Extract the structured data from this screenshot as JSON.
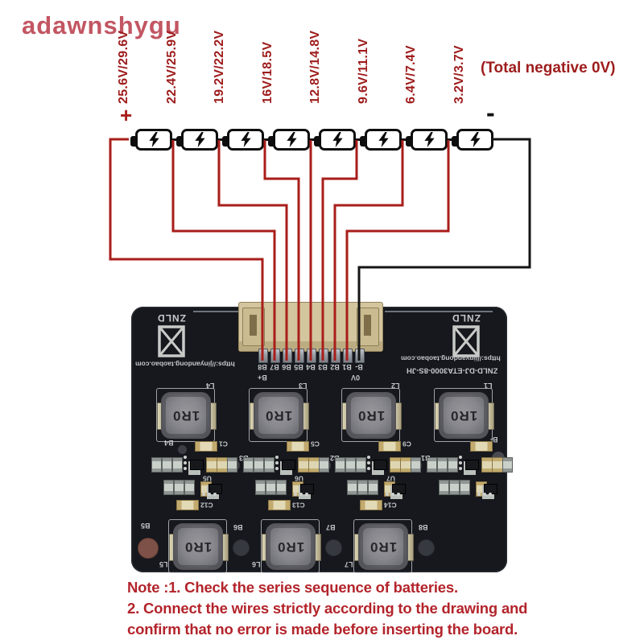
{
  "watermark": "adawnshygu",
  "annotation": {
    "total_negative": "(Total negative 0V)",
    "plus": "+",
    "minus": "-"
  },
  "voltage_labels": [
    "25.6V/29.6V",
    "22.4V/25.9V",
    "19.2V/22.2V",
    "16V/18.5V",
    "12.8V/14.8V",
    "9.6V/11.1V",
    "6.4V/7.4V",
    "3.2V/3.7V"
  ],
  "battery": {
    "count": 8,
    "icon": "lightning-bolt-icon"
  },
  "pcb": {
    "brand": "ZNLD",
    "url": "https://jinyandong.taobao.com",
    "model": "ZNLD-DJ-ETA3000-8S-JH",
    "pin_labels": [
      "B8",
      "B7",
      "B6",
      "B5",
      "B4",
      "B3",
      "B2",
      "B1",
      "B-"
    ],
    "pin_sublabel_left": "B+",
    "pin_sublabel_right": "0V",
    "inductor_value": "1R0",
    "inductor_refs_top": [
      "L4",
      "L3",
      "L2",
      "L1"
    ],
    "inductor_refs_bottom": [
      "L5",
      "L6",
      "L7"
    ],
    "pad_refs_upper": [
      "B4",
      "B3",
      "B2",
      "B1",
      "B-"
    ],
    "pad_refs_lower": [
      "B5",
      "B6",
      "B7",
      "B8"
    ],
    "cap_refs_top": [
      "C1",
      "C5",
      "C9"
    ],
    "ic_refs": [
      "U5",
      "U6",
      "U7"
    ],
    "cap_refs_bottom": [
      "C12",
      "C13",
      "C14"
    ]
  },
  "note": {
    "lines": [
      "Note :1. Check the series sequence of batteries.",
      "2. Connect the wires strictly according to the drawing and",
      "confirm that no error is made before inserting the board."
    ]
  },
  "colors": {
    "wire_red": "#a81e1a",
    "wire_black": "#151515",
    "label_red": "#9e1c1c",
    "note_red": "#b3242b",
    "watermark_pink": "#c25662",
    "pcb_black": "#16181d",
    "connector_tan": "#d3c59d",
    "silkscreen": "#c3c7ca",
    "pad_brown": "#7d5148"
  }
}
